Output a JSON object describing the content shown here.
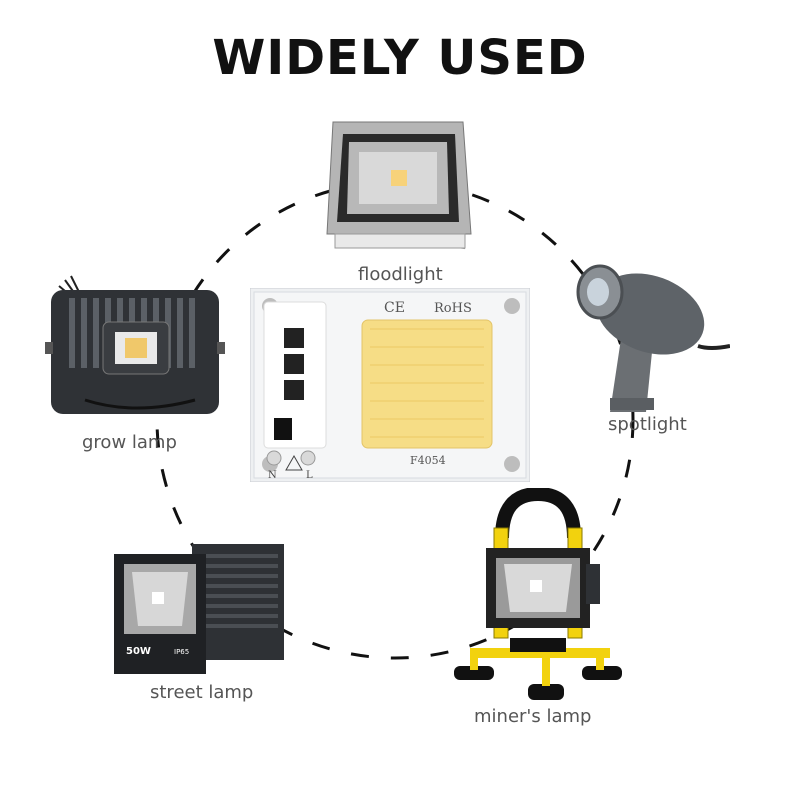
{
  "title": "WIDELY USED",
  "labels": {
    "floodlight": "floodlight",
    "spotlight": "spotlight",
    "grow_lamp": "grow lamp",
    "street_lamp": "street lamp",
    "miners_lamp": "miner's lamp"
  },
  "chip": {
    "ce": "CE",
    "rohs": "RoHS",
    "model": "F4054",
    "n": "N",
    "l": "L"
  },
  "street_lamp_panel": {
    "power": "50W",
    "rating": "IP65"
  },
  "icons": [
    "floodlight-image",
    "spotlight-image",
    "grow-lamp-image",
    "street-lamp-image",
    "miners-lamp-image",
    "led-chip-image"
  ],
  "colors": {
    "chip_led": "#f6dd86",
    "miner_frame": "#f2d20e",
    "text_dark": "#111111",
    "label_gray": "#555555"
  }
}
